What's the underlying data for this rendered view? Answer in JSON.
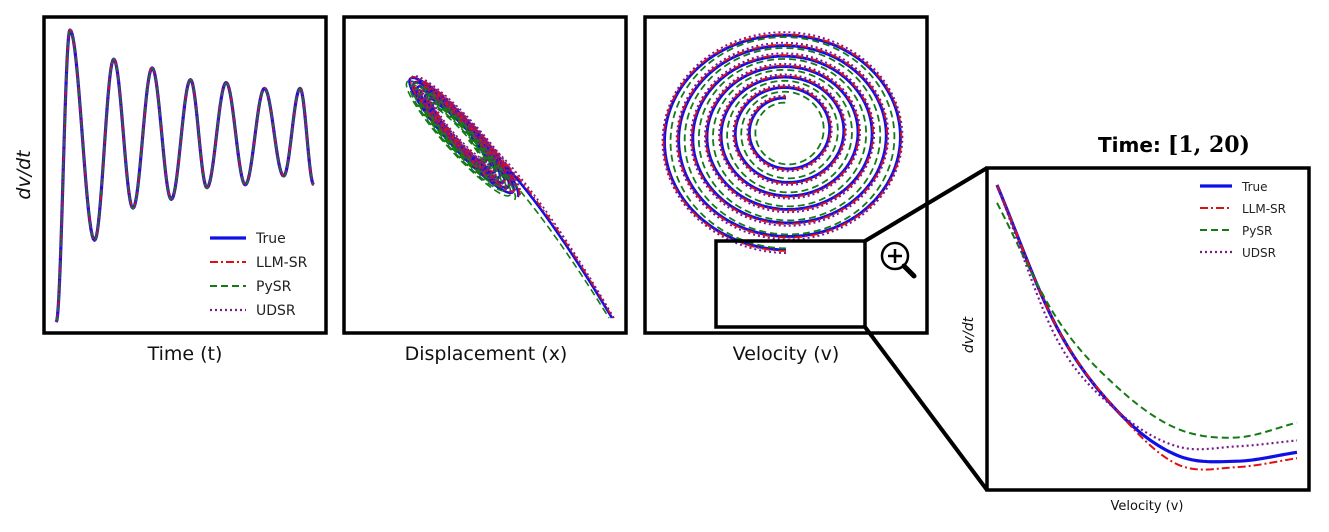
{
  "panels": [
    {
      "xlabel": "Time (t)",
      "ylabel": "dv/dt"
    },
    {
      "xlabel": "Displacement (x)"
    },
    {
      "xlabel": "Velocity (v)"
    }
  ],
  "zoom": {
    "title_text": "Time: ",
    "title_math": "[1, 20)",
    "xlabel": "Velocity (v)",
    "ylabel": "dv/dt",
    "icon": "zoom-in-magnifier-icon"
  },
  "legend": [
    "True",
    "LLM-SR",
    "PySR",
    "UDSR"
  ],
  "colors": {
    "True": "#1010e6",
    "LLM-SR": "#e01010",
    "PySR": "#157a15",
    "UDSR": "#7a1a8a"
  },
  "chart_data": [
    {
      "type": "line",
      "title": "",
      "xlabel": "Time (t)",
      "ylabel": "dv/dt",
      "grid": false,
      "legend_position": "bottom-right",
      "peaks": [
        {
          "t": 0.08,
          "v": 1.0
        },
        {
          "t": 0.24,
          "v": 0.9
        },
        {
          "t": 0.38,
          "v": 0.87
        },
        {
          "t": 0.52,
          "v": 0.83
        },
        {
          "t": 0.65,
          "v": 0.82
        },
        {
          "t": 0.79,
          "v": 0.8
        },
        {
          "t": 0.92,
          "v": 0.8
        }
      ],
      "troughs": [
        {
          "t": 0.17,
          "v": 0.28
        },
        {
          "t": 0.31,
          "v": 0.39
        },
        {
          "t": 0.45,
          "v": 0.42
        },
        {
          "t": 0.58,
          "v": 0.46
        },
        {
          "t": 0.72,
          "v": 0.47
        },
        {
          "t": 0.86,
          "v": 0.5
        }
      ],
      "start": {
        "t": 0.03,
        "v": 0.0
      },
      "end": {
        "t": 0.97,
        "v": 0.47
      },
      "series": [
        {
          "name": "True"
        },
        {
          "name": "LLM-SR"
        },
        {
          "name": "PySR"
        },
        {
          "name": "UDSR"
        }
      ]
    },
    {
      "type": "line",
      "title": "",
      "xlabel": "Displacement (x)",
      "grid": false,
      "description_pts": [
        [
          0.12,
          0.92
        ],
        [
          0.75,
          0.35
        ],
        [
          0.98,
          0.02
        ]
      ],
      "series": [
        {
          "name": "True"
        },
        {
          "name": "LLM-SR"
        },
        {
          "name": "PySR"
        },
        {
          "name": "UDSR"
        }
      ]
    },
    {
      "type": "line",
      "title": "",
      "xlabel": "Velocity (v)",
      "grid": false,
      "spiral_center": [
        0.51,
        0.62
      ],
      "series": [
        {
          "name": "True"
        },
        {
          "name": "LLM-SR"
        },
        {
          "name": "PySR"
        },
        {
          "name": "UDSR"
        }
      ]
    },
    {
      "type": "line",
      "title": "Time: [1, 20)",
      "xlabel": "Velocity (v)",
      "ylabel": "dv/dt",
      "grid": false,
      "legend_position": "top-right",
      "x": [
        0.0,
        0.2,
        0.4,
        0.6,
        0.8,
        1.0
      ],
      "series": [
        {
          "name": "True",
          "values": [
            1.0,
            0.52,
            0.24,
            0.09,
            0.07,
            0.1
          ]
        },
        {
          "name": "LLM-SR",
          "values": [
            1.0,
            0.52,
            0.24,
            0.06,
            0.05,
            0.08
          ]
        },
        {
          "name": "PySR",
          "values": [
            0.94,
            0.55,
            0.32,
            0.18,
            0.15,
            0.2
          ]
        },
        {
          "name": "UDSR",
          "values": [
            1.0,
            0.48,
            0.24,
            0.12,
            0.12,
            0.14
          ]
        }
      ]
    }
  ]
}
